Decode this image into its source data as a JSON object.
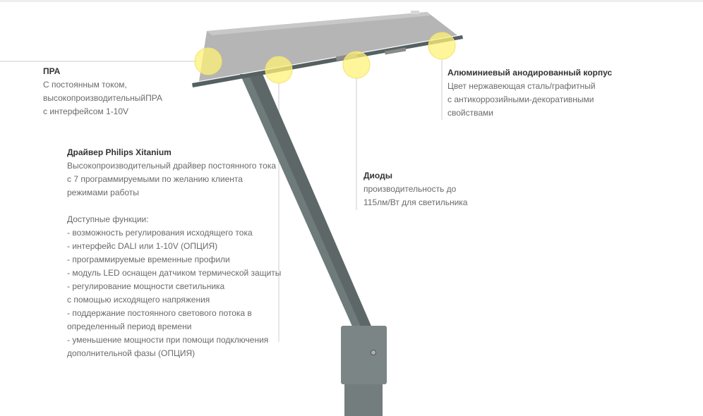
{
  "colors": {
    "highlight": "#fff27a",
    "housing": "#b5b5b5",
    "metal": "#6f7a7a",
    "text": "#6a6a6a",
    "title": "#333333"
  },
  "callouts": {
    "pra": {
      "title": "ПРА",
      "lines": [
        "С постоянным током,",
        "высокопроизводительныйПРА",
        "с интерфейсом 1-10V"
      ]
    },
    "driver": {
      "title": "Драйвер Philips Xitanium",
      "lines": [
        "Высокопроизводительный драйвер постоянного тока",
        "с 7 программируемыми по желанию клиента",
        "режимами работы",
        "",
        "Доступные функции:",
        "- возможность регулирования исходящего тока",
        "- интерфейс DALI или 1-10V (ОПЦИЯ)",
        "- программируемые временные профили",
        "- модуль LED оснащен датчиком термической защиты",
        "- регулирование мощности светильника",
        "с помощью исходящего напряжения",
        "- поддержание постоянного светового потока в",
        "определенный период времени",
        "- уменьшение мощности при помощи подключения",
        "дополнительной фазы (ОПЦИЯ)"
      ]
    },
    "diodes": {
      "title": "Диоды",
      "lines": [
        "производительность до",
        "115лм/Вт для светильника"
      ]
    },
    "housing": {
      "title": "Алюминиевый анодированный корпус",
      "lines": [
        "Цвет нержавеющая сталь/графитный",
        "с антикоррозийными-декоративными",
        "свойствами"
      ]
    }
  }
}
